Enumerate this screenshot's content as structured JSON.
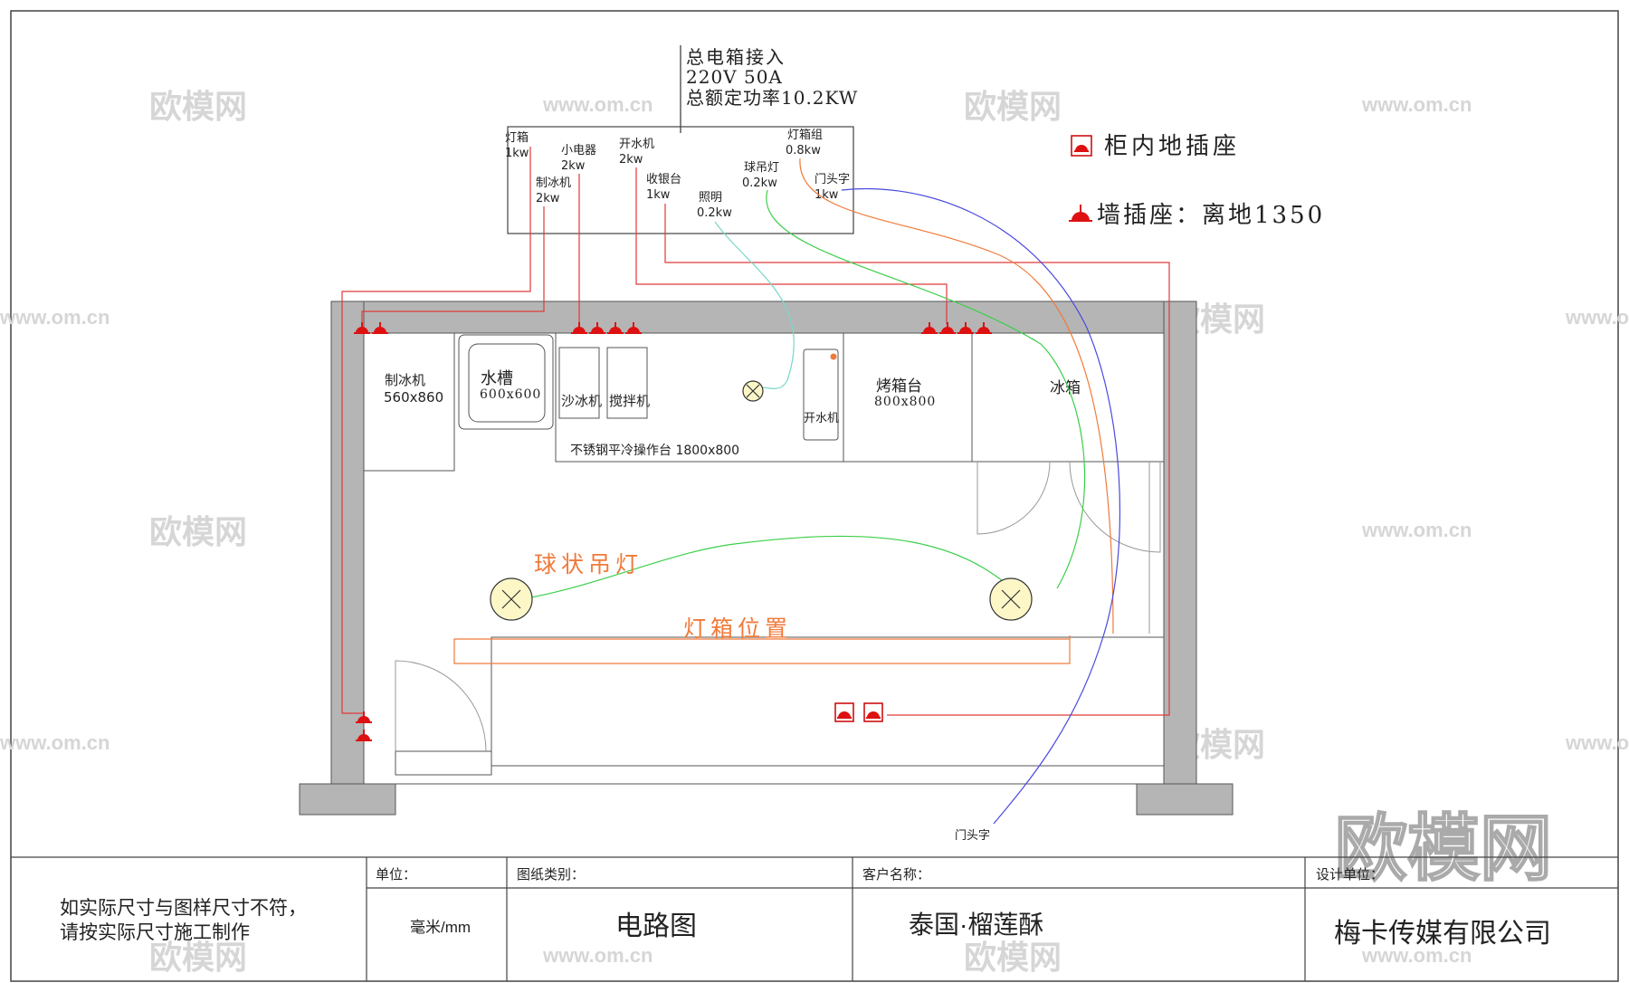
{
  "supply": {
    "line1": "总电箱接入",
    "line2": "220V  50A",
    "line3": "总额定功率10.2KW"
  },
  "circuits": [
    {
      "name": "灯箱",
      "power": "1kw"
    },
    {
      "name": "小电器",
      "power": "2kw"
    },
    {
      "name": "开水机",
      "power": "2kw"
    },
    {
      "name": "灯箱组",
      "power": "0.8kw"
    },
    {
      "name": "制冰机",
      "power": "2kw"
    },
    {
      "name": "收银台",
      "power": "1kw"
    },
    {
      "name": "球吊灯",
      "power": "0.2kw"
    },
    {
      "name": "门头字",
      "power": "1kw"
    },
    {
      "name": "照明",
      "power": "0.2kw"
    }
  ],
  "legend": {
    "floor_socket": "柜内地插座",
    "wall_socket": "墙插座：离地1350"
  },
  "equipment": {
    "ice_machine": "制冰机",
    "ice_machine_size": "560x860",
    "sink": "水槽",
    "sink_size": "600x600",
    "smoothie": "沙冰机",
    "mixer": "搅拌机",
    "counter": "不锈钢平冷操作台  1800x800",
    "water_boiler": "开水机",
    "oven_table": "烤箱台",
    "oven_size": "800x800",
    "fridge": "冰箱"
  },
  "annotations": {
    "pendant_lights": "球状吊灯",
    "lightbox_position": "灯箱位置",
    "door_sign": "门头字"
  },
  "watermarks": {
    "brand": "欧模网",
    "url": "www.om.cn"
  },
  "title_block": {
    "note_line1": "如实际尺寸与图样尺寸不符，",
    "note_line2": "请按实际尺寸施工制作",
    "unit_label": "单位：",
    "unit_value": "毫米/mm",
    "type_label": "图纸类别：",
    "type_value": "电路图",
    "client_label": "客户名称：",
    "client_value": "泰国·榴莲酥",
    "designer_label": "设计单位：",
    "designer_value": "梅卡传媒有限公司"
  },
  "colors": {
    "red_wire": "#e03a3a",
    "orange_wire": "#f07a3a",
    "green_wire": "#3ccf4a",
    "blue_wire": "#4a4ae0",
    "cyan_wire": "#7ad8c8",
    "wall": "#b5b5b5",
    "socket": "#dd1111",
    "lamp_fill": "#fdf7c8"
  }
}
